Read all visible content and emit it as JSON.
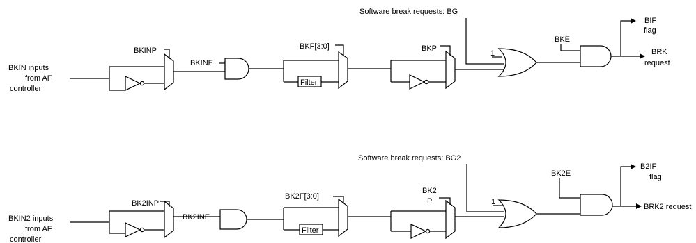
{
  "colors": {
    "line": "#000000",
    "background": "#ffffff"
  },
  "top": {
    "input_label": [
      "BKIN inputs",
      "from AF",
      "controller"
    ],
    "polarity_label": "BKINP",
    "enable_label": "BKINE",
    "filter_cfg_label": "BKF[3:0]",
    "filter_box": "Filter",
    "polarity2_label": "BKP",
    "sw_break_label": "Software break requests: BG",
    "or_input_one": "1",
    "enable2_label": "BKE",
    "flag_label": [
      "BIF",
      "flag"
    ],
    "request_label": [
      "BRK",
      "request"
    ]
  },
  "bottom": {
    "input_label": [
      "BKIN2 inputs",
      "from AF",
      "controller"
    ],
    "polarity_label": "BK2INP",
    "enable_label": "BK2INE",
    "filter_cfg_label": "BK2F[3:0]",
    "filter_box": "Filter",
    "polarity2_label": [
      "BK2",
      "P"
    ],
    "sw_break_label": "Software break requests: BG2",
    "or_input_one": "1",
    "enable2_label": "BK2E",
    "flag_label": [
      "B2IF",
      "flag"
    ],
    "request_label": "BRK2 request"
  }
}
